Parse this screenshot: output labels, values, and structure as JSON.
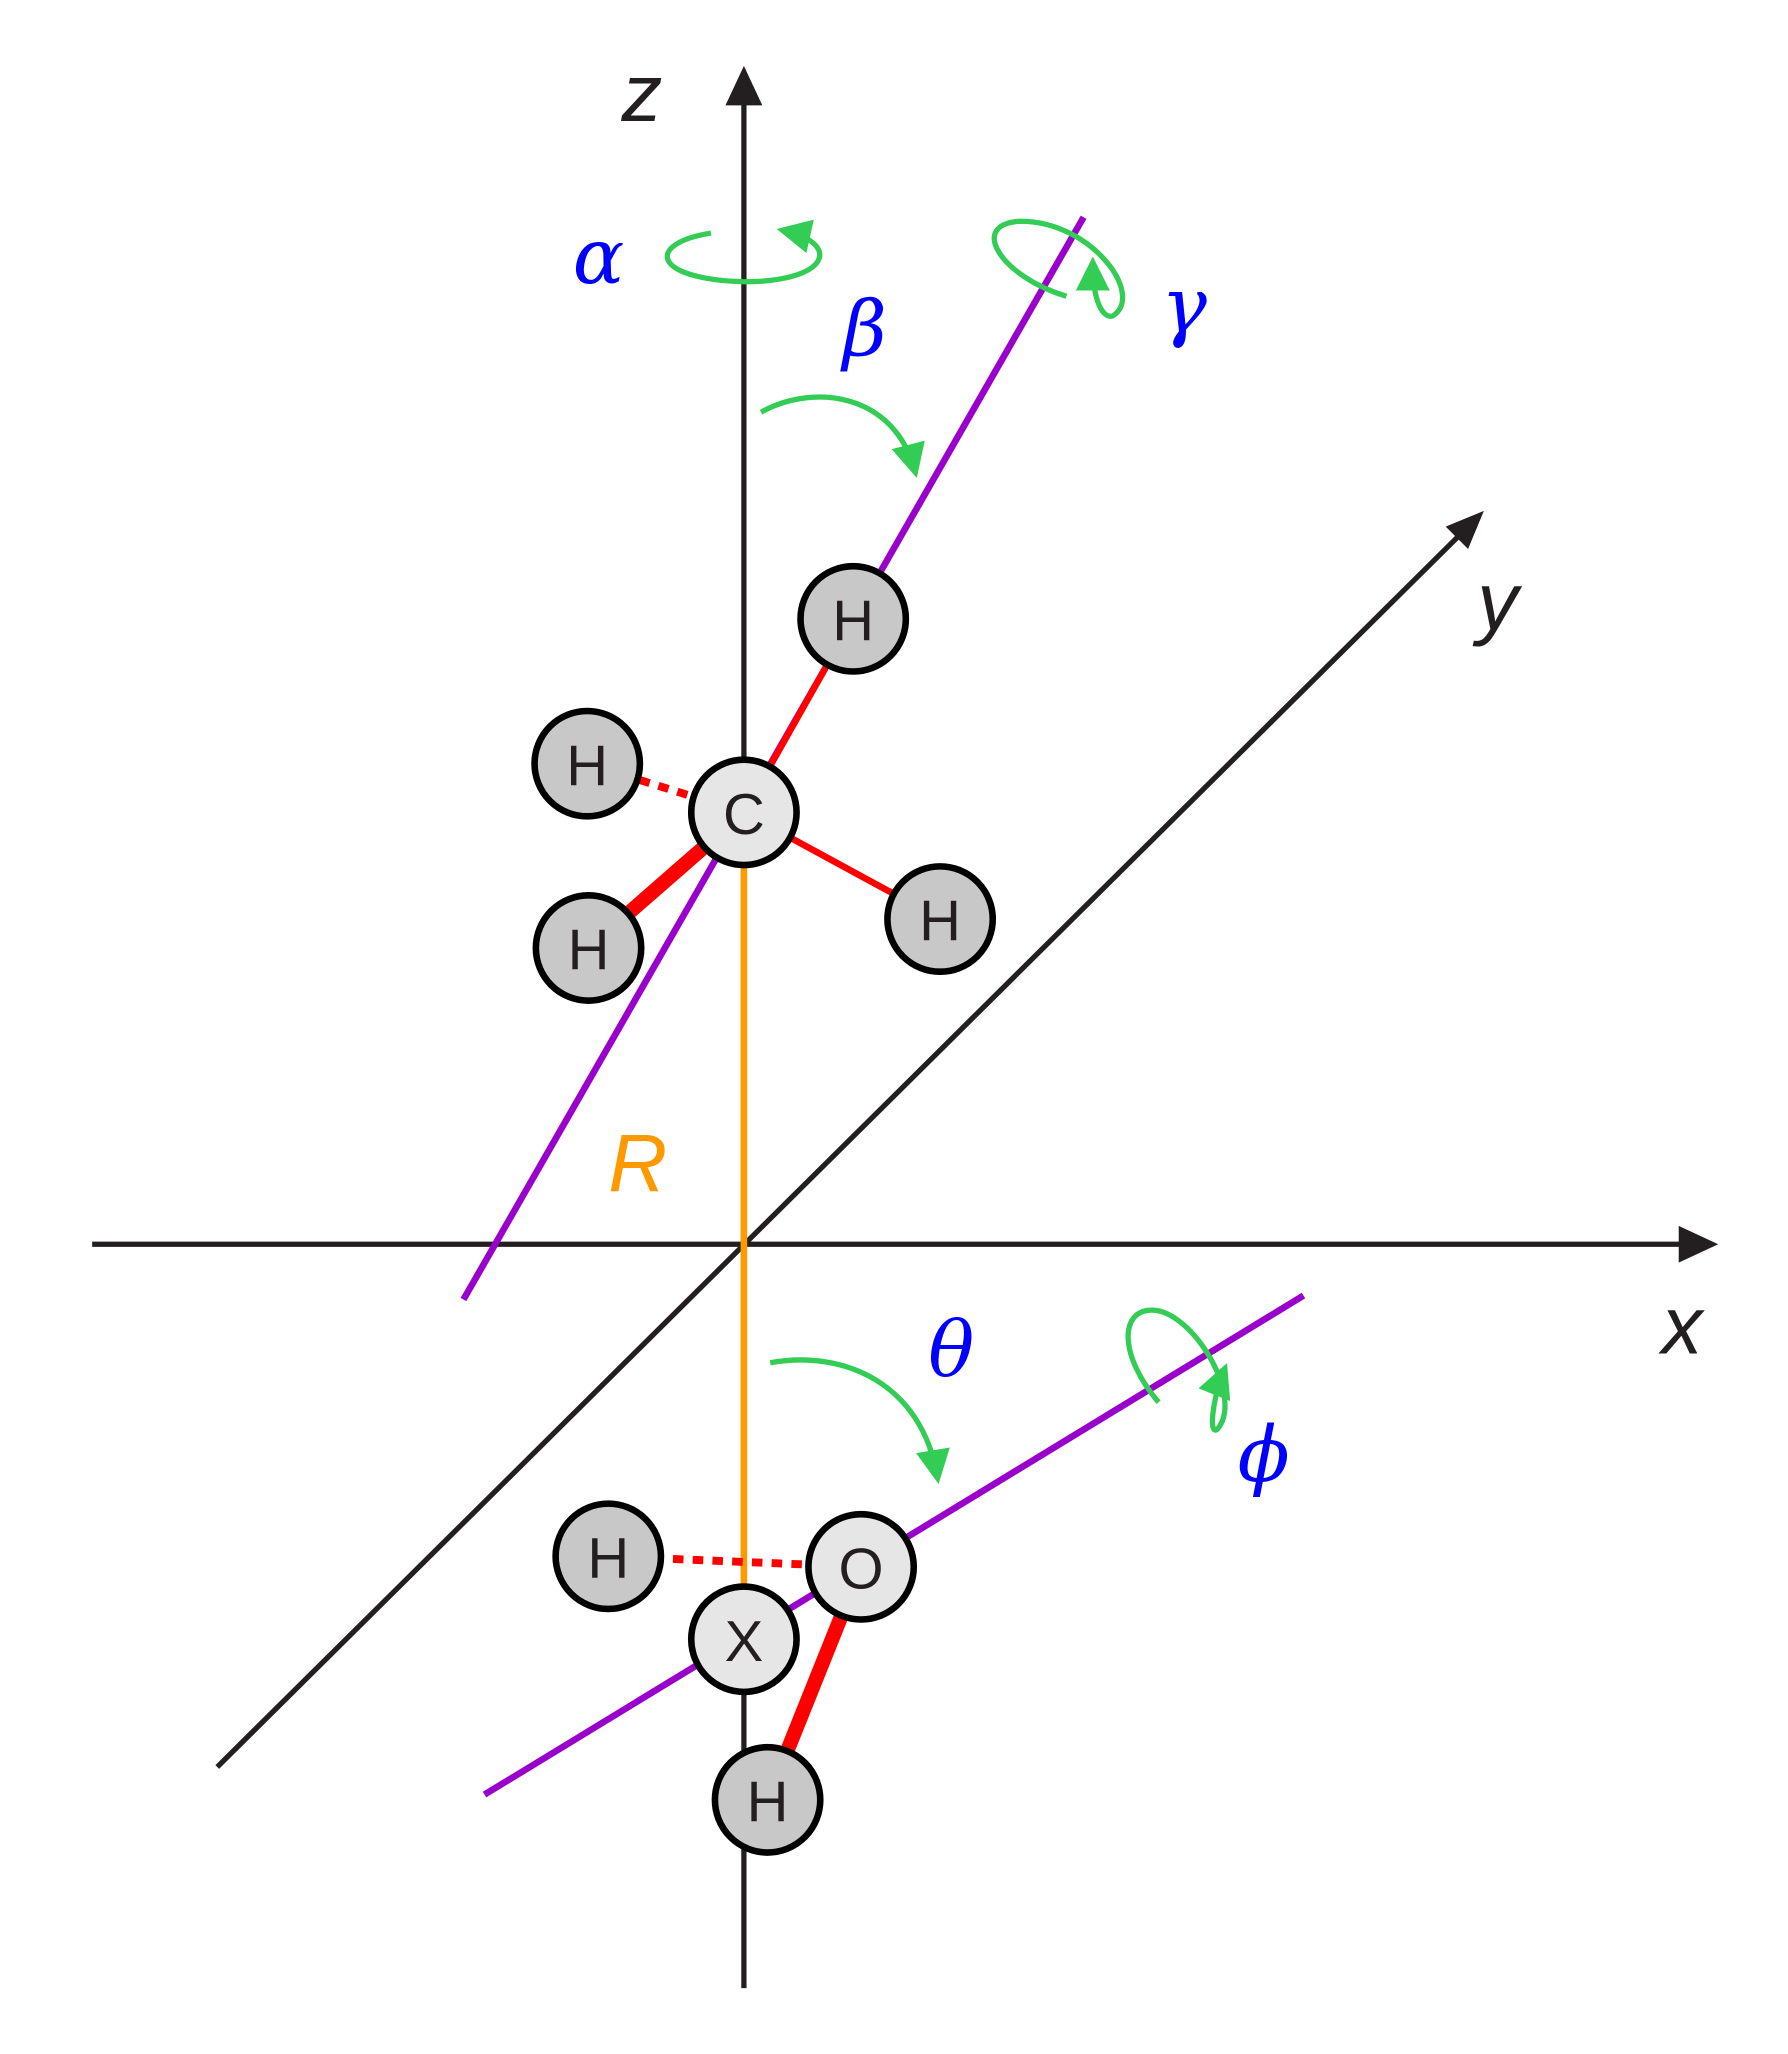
{
  "axes": {
    "x": "x",
    "y": "y",
    "z": "z"
  },
  "distance_label": "R",
  "angles": {
    "alpha": "α",
    "beta": "β",
    "gamma": "γ",
    "theta": "θ",
    "phi": "ϕ"
  },
  "atoms": {
    "methane": {
      "carbon": "C",
      "h1": "H",
      "h2": "H",
      "h3": "H",
      "h4": "H"
    },
    "water": {
      "oxygen": "O",
      "h1": "H",
      "h2": "H",
      "dummy": "X"
    }
  },
  "colors": {
    "axis": "#231f20",
    "molecular_axis": "#9900cc",
    "bond": "#ff0000",
    "distance": "#ff9900",
    "rotation": "#33cc55",
    "angle_label": "#0000ff",
    "atom_heavy": "#e6e6e6",
    "atom_h": "#c8c8c8"
  }
}
